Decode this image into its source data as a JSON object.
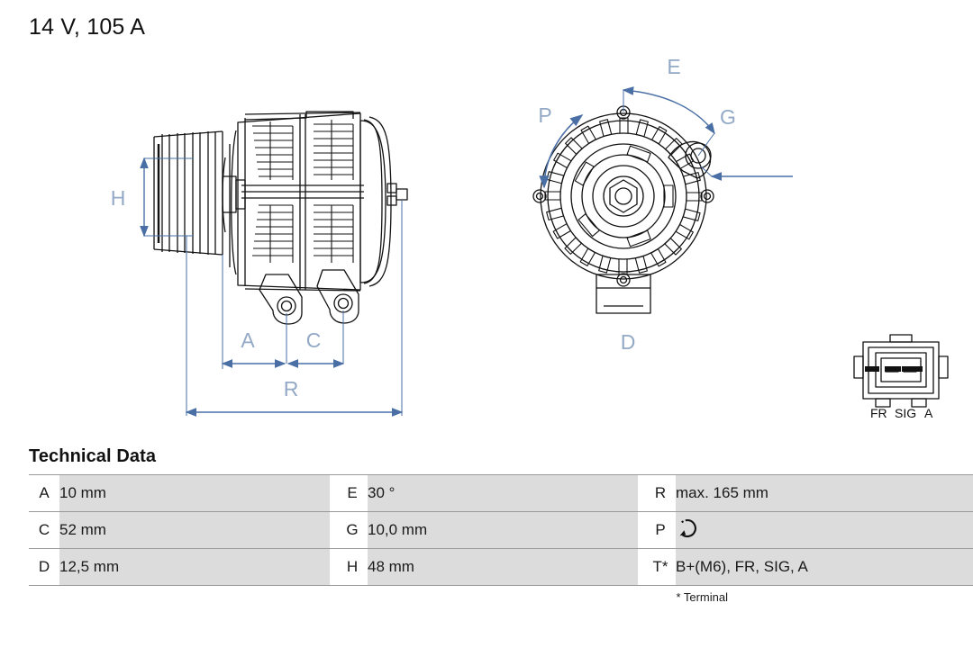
{
  "header": {
    "title": "14 V, 105 A"
  },
  "drawing": {
    "side_view_labels": {
      "h": "H",
      "a": "A",
      "c": "C",
      "r": "R"
    },
    "front_view_labels": {
      "e": "E",
      "g": "G",
      "p": "P",
      "d": "D"
    },
    "connector": {
      "pin_labels": "FR SIG A",
      "pins": [
        "FR",
        "SIG",
        "A"
      ]
    }
  },
  "tech_data": {
    "heading": "Technical Data",
    "rows": [
      {
        "key1": "A",
        "val1": "10 mm",
        "key2": "E",
        "val2": "30 °",
        "key3": "R",
        "val3": "max. 165 mm"
      },
      {
        "key1": "C",
        "val1": "52 mm",
        "key2": "G",
        "val2": "10,0 mm",
        "key3": "P",
        "val3": ""
      },
      {
        "key1": "D",
        "val1": "12,5 mm",
        "key2": "H",
        "val2": "48 mm",
        "key3": "T*",
        "val3": "B+(M6), FR, SIG, A"
      }
    ],
    "footnote": "* Terminal"
  },
  "colors": {
    "dimension_line": "#4a6fa5",
    "dimension_label": "#93a9c6",
    "drawing_stroke": "#111111",
    "table_value_bg": "#dcdcdc",
    "table_border": "#9a9a9a"
  }
}
